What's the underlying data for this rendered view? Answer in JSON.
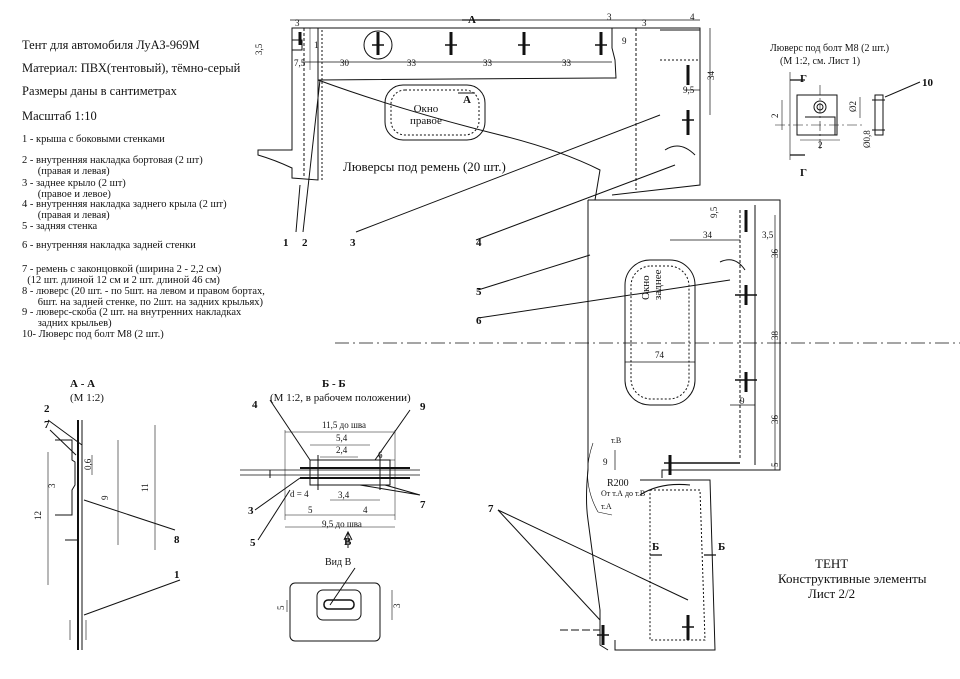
{
  "header": {
    "title": "Тент для автомобиля ЛуАЗ-969М",
    "material": "Материал: ПВХ(тентовый), тёмно-серый",
    "units": "Размеры даны в сантиметрах",
    "scale": "Масштаб 1:10"
  },
  "legend": [
    "1 - крыша с боковыми стенками",
    "2 - внутренняя накладка бортовая (2 шт)\n      (правая и левая)",
    "3 - заднее крыло (2 шт)\n      (правое и левое)",
    "4 - внутренняя накладка заднего крыла (2 шт)\n      (правая и левая)",
    "5 - задняя стенка",
    "6 - внутренняя накладка задней стенки",
    "7 - ремень с законцовкой (ширина 2 - 2,2 см)\n  (12 шт. длиной 12 см и 2 шт. длиной 46 см)",
    "8 - люверс (20 шт. - по 5шт. на левом и правом бортах,\n      6шт. на задней стенке, по 2шт. на задних крыльях)",
    "9 - люверс-скоба (2 шт. на внутренних накладках\n      задних крыльев)",
    "10- Люверс под болт М8 (2 шт.)"
  ],
  "labels": {
    "window_right": "Окно\nправое",
    "window_rear": "Окно\nзаднее",
    "grommets_strap": "Люверсы под ремень (20 шт.)",
    "bolt_grommet_title": "Люверс под болт М8 (2 шт.)",
    "bolt_grommet_scale": "(М 1:2, см. Лист 1)",
    "section_aa": "А - А",
    "section_aa_scale": "(М 1:2)",
    "section_bb": "Б - Б",
    "section_bb_scale": "(М 1:2, в рабочем положении)",
    "view_b": "Вид В",
    "sheet_title": "ТЕНТ",
    "sheet_sub": "Конструктивные элементы",
    "sheet_no": "Лист 2/2",
    "r200": "R200",
    "r200_sub": "От т.А до т.В",
    "point_a": "т.А",
    "point_b": "т.В"
  },
  "dimensions": {
    "top": [
      "3",
      "7,5",
      "30",
      "33",
      "33",
      "33",
      "1",
      "3",
      "4",
      "3",
      "3,5"
    ],
    "right_panel": [
      "9",
      "9,5",
      "34"
    ],
    "rear": [
      "9,5",
      "34",
      "3,5",
      "36",
      "38",
      "36",
      "74",
      "9",
      "9",
      "5"
    ],
    "section_aa": [
      "0,6",
      "3",
      "9",
      "11",
      "12"
    ],
    "section_bb": [
      "11,5 до шва",
      "5,4",
      "2,4",
      "6",
      "d = 4",
      "3,4",
      "5",
      "4",
      "9,5 до шва"
    ],
    "bolt": [
      "2",
      "Ø2",
      "2",
      "Ø0,8"
    ],
    "view_b": [
      "5",
      "3"
    ]
  },
  "callouts": {
    "section_letter_a": "А",
    "section_letter_b": "Б",
    "section_letter_g": "Г",
    "view_letter_b": "В",
    "part_numbers": [
      "1",
      "2",
      "3",
      "4",
      "5",
      "6",
      "7",
      "8",
      "9",
      "10"
    ]
  }
}
